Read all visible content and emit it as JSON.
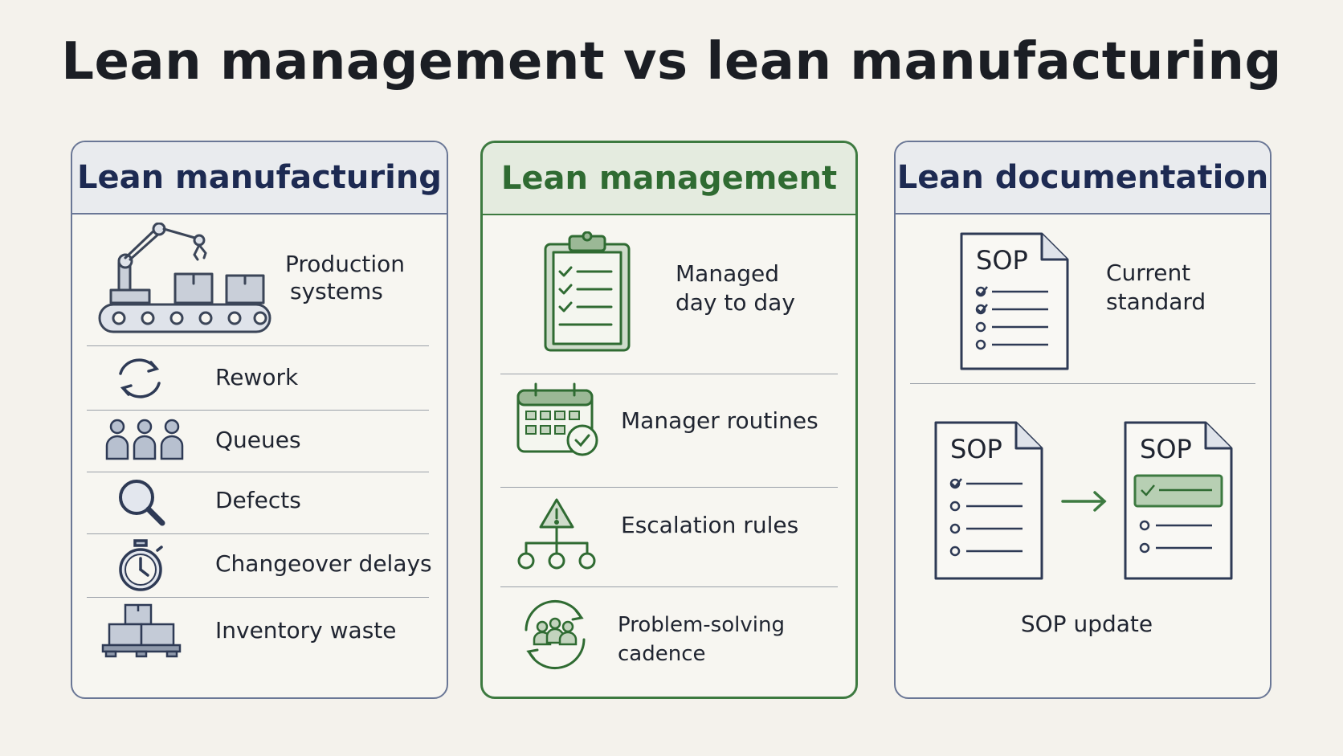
{
  "title": "Lean management vs lean manufacturing",
  "colors": {
    "blue_border": "#6a7796",
    "green": "#3d7a40",
    "navy_text": "#1d2a52",
    "background": "#f4f2ec"
  },
  "panels": [
    {
      "header": "Lean manufacturing",
      "top_item": {
        "icon": "robot-arm-conveyor-icon",
        "label_line1": "Production",
        "label_line2": "systems"
      },
      "items": [
        {
          "icon": "rework-cycle-icon",
          "label": "Rework"
        },
        {
          "icon": "people-queue-icon",
          "label": "Queues"
        },
        {
          "icon": "magnifier-icon",
          "label": "Defects"
        },
        {
          "icon": "stopwatch-icon",
          "label": "Changeover delays"
        },
        {
          "icon": "boxes-pallet-icon",
          "label": "Inventory waste"
        }
      ]
    },
    {
      "header": "Lean management",
      "top_item": {
        "icon": "clipboard-checklist-icon",
        "label_line1": "Managed",
        "label_line2": "day to day"
      },
      "items": [
        {
          "icon": "calendar-check-icon",
          "label": "Manager routines"
        },
        {
          "icon": "warning-hierarchy-icon",
          "label": "Escalation rules"
        },
        {
          "icon": "team-cycle-icon",
          "label": "Problem-solving cadence"
        }
      ]
    },
    {
      "header": "Lean documentation",
      "top_item": {
        "icon": "sop-document-icon",
        "doc_title": "SOP",
        "label_line1": "Current",
        "label_line2": "standard"
      },
      "update": {
        "old_doc_title": "SOP",
        "new_doc_title": "SOP",
        "arrow_icon": "arrow-right-icon",
        "label": "SOP update"
      }
    }
  ]
}
